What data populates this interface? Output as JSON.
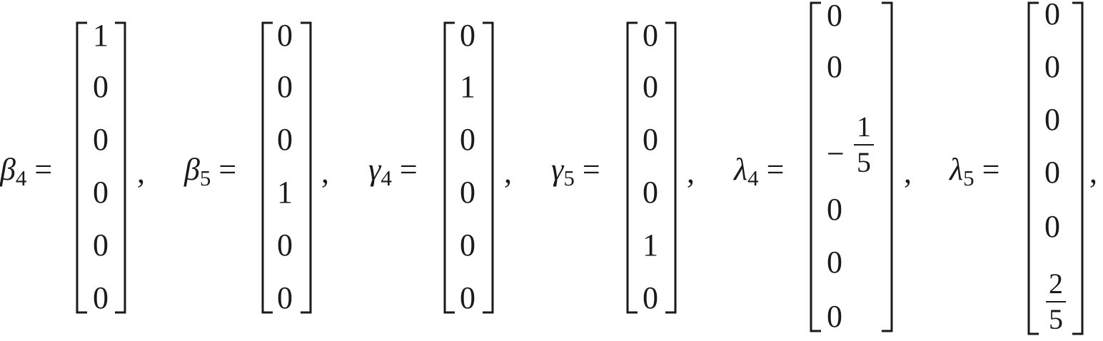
{
  "equation": {
    "vectors": [
      {
        "symbol": "β",
        "subscript": "4",
        "entries": [
          "1",
          "0",
          "0",
          "0",
          "0",
          "0"
        ],
        "comma": ","
      },
      {
        "symbol": "β",
        "subscript": "5",
        "entries": [
          "0",
          "0",
          "0",
          "1",
          "0",
          "0"
        ],
        "comma": ","
      },
      {
        "symbol": "γ",
        "subscript": "4",
        "entries": [
          "0",
          "1",
          "0",
          "0",
          "0",
          "0"
        ],
        "comma": ","
      },
      {
        "symbol": "γ",
        "subscript": "5",
        "entries": [
          "0",
          "0",
          "0",
          "0",
          "1",
          "0"
        ],
        "comma": ","
      },
      {
        "symbol": "λ",
        "subscript": "4",
        "entries": [
          "0",
          "0",
          "-1/5",
          "0",
          "0",
          "0"
        ],
        "comma": ","
      },
      {
        "symbol": "λ",
        "subscript": "5",
        "entries": [
          "0",
          "0",
          "0",
          "0",
          "0",
          "2/5"
        ],
        "comma": ","
      }
    ],
    "equals": "=",
    "fractions": {
      "lambda4_minus": "−",
      "lambda4_num": "1",
      "lambda4_den": "5",
      "lambda5_num": "2",
      "lambda5_den": "5"
    }
  }
}
